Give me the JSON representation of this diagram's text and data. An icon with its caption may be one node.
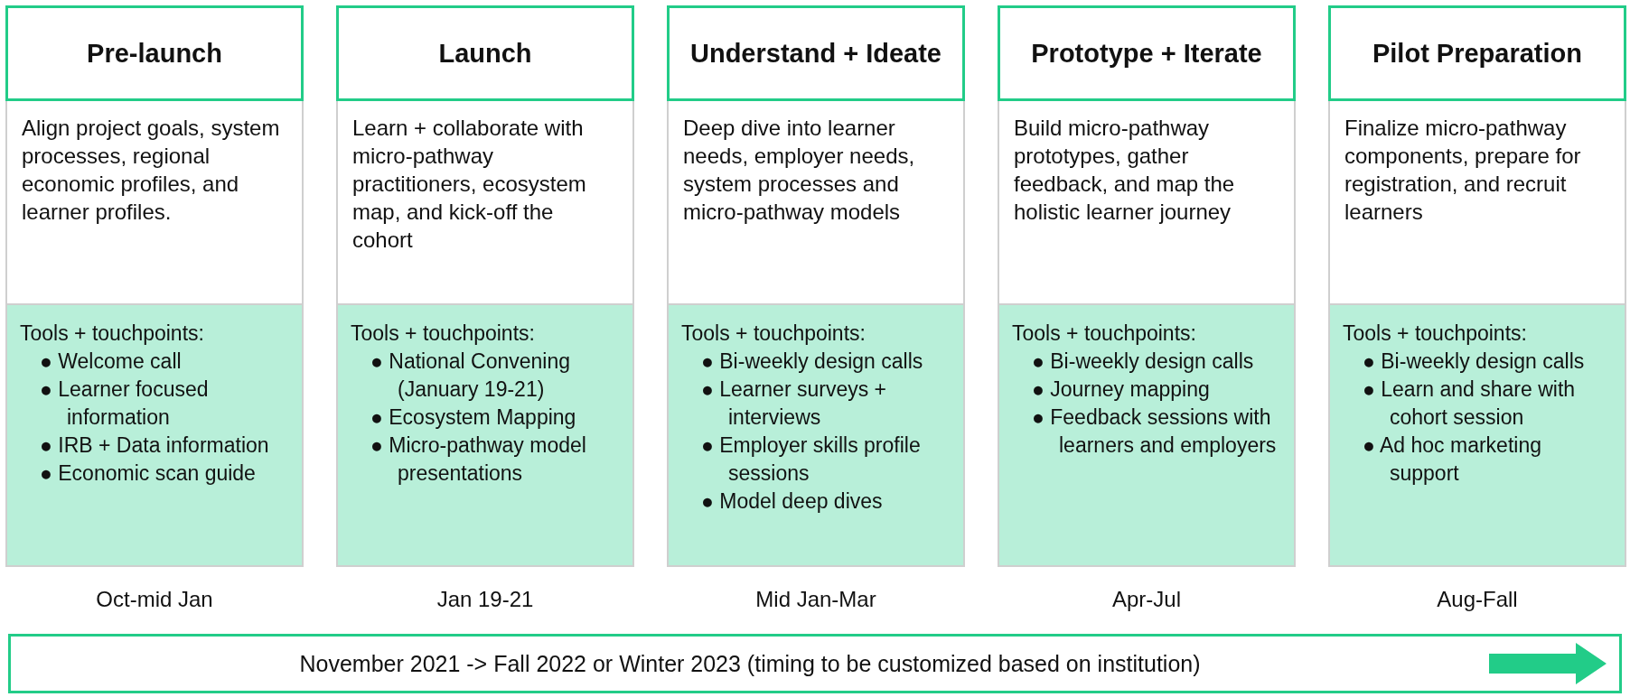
{
  "diagram": {
    "nodes": [
      {
        "text": [
          "Pre-launch"
        ]
      },
      {
        "text": [
          "Align project goals, system processes, regional economic profiles, and learner profiles."
        ]
      },
      {
        "text": [
          "Tools + touchpoints:",
          "● Welcome call",
          "● Learner focused information",
          "● IRB + Data information",
          "● Economic scan guide"
        ],
        "beside": [
          "Oct-mid Jan"
        ]
      },
      {
        "text": [
          "Launch"
        ]
      },
      {
        "text": [
          "Learn + collaborate with micro-pathway practitioners, ecosystem map, and kick-off the cohort"
        ]
      },
      {
        "text": [
          "Tools + touchpoints:",
          "● National Convening (January 19-21)",
          "● Ecosystem Mapping",
          "● Micro-pathway model presentations"
        ],
        "beside": [
          "Jan 19-21"
        ]
      },
      {
        "text": [
          "Understand + Ideate"
        ]
      },
      {
        "text": [
          "Deep dive into learner needs, employer needs, system processes and micro-pathway models"
        ]
      },
      {
        "text": [
          "Tools + touchpoints:",
          "● Bi-weekly design calls",
          "● Learner surveys + interviews",
          "● Employer skills profile sessions",
          "● Model deep dives"
        ],
        "beside": [
          "Mid Jan-Mar"
        ]
      },
      {
        "text": [
          "Prototype + Iterate"
        ]
      },
      {
        "text": [
          "Build micro-pathway prototypes, gather feedback, and map the holistic learner journey"
        ]
      },
      {
        "text": [
          "Tools + touchpoints:",
          "● Bi-weekly design calls",
          "● Journey mapping",
          "● Feedback sessions with learners and employers"
        ],
        "beside": [
          "Apr-Jul"
        ]
      },
      {
        "text": [
          "Pilot Preparation"
        ]
      },
      {
        "text": [
          "Finalize micro-pathway components, prepare for registration, and recruit learners"
        ]
      },
      {
        "text": [
          "Tools + touchpoints:",
          "● Bi-weekly design calls",
          "● Learn and share with cohort session",
          "● Ad hoc marketing support"
        ],
        "beside": [
          "Aug-Fall"
        ]
      },
      {
        "text": [
          "November 2021 -> Fall 2022 or Winter 2023 (timing to be customized based on institution)"
        ]
      }
    ]
  }
}
